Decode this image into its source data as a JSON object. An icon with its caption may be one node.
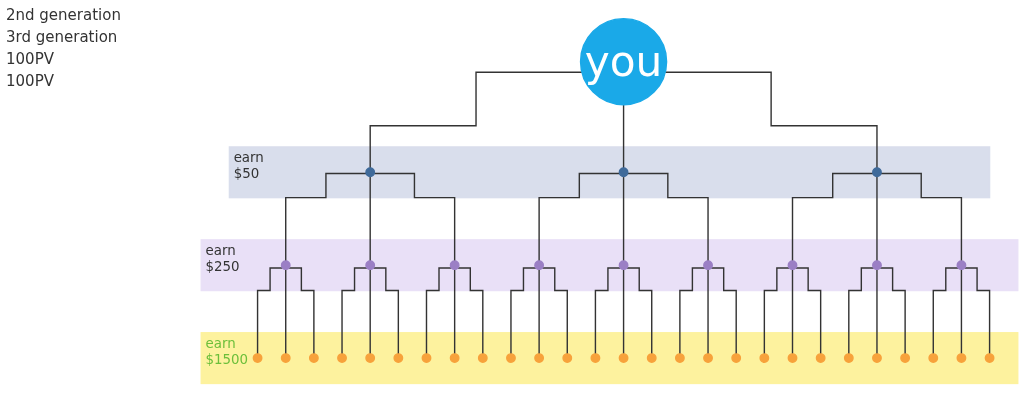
{
  "diagram": {
    "nodes": [
      {
        "text": [
          "you"
        ]
      },
      {
        "text": [
          "earn",
          "$50"
        ]
      },
      {
        "text": [],
        "shape": "circle",
        "in": 1
      },
      {
        "text": [],
        "shape": "circle",
        "in": 1
      },
      {
        "text": [],
        "shape": "circle",
        "in": 1
      },
      {
        "text": [
          "earn",
          "$250"
        ]
      },
      {
        "text": [],
        "shape": "circle",
        "in": 5
      },
      {
        "text": [],
        "shape": "circle",
        "in": 5
      },
      {
        "text": [],
        "shape": "circle",
        "in": 5
      },
      {
        "text": [],
        "shape": "circle",
        "in": 5
      },
      {
        "text": [],
        "shape": "circle",
        "in": 5
      },
      {
        "text": [],
        "shape": "circle",
        "in": 5
      },
      {
        "text": [],
        "shape": "circle",
        "in": 5
      },
      {
        "text": [],
        "shape": "circle",
        "in": 5
      },
      {
        "text": [],
        "shape": "circle",
        "in": 5
      },
      {
        "text": [
          "earn",
          "$1500"
        ]
      },
      {
        "text": [],
        "shape": "circle",
        "in": 15
      },
      {
        "text": [],
        "shape": "circle",
        "in": 15
      },
      {
        "text": [],
        "shape": "circle",
        "in": 15
      },
      {
        "text": [],
        "shape": "circle",
        "in": 15
      },
      {
        "text": [],
        "shape": "circle",
        "in": 15
      },
      {
        "text": [],
        "shape": "circle",
        "in": 15
      },
      {
        "text": [],
        "shape": "circle",
        "in": 15
      },
      {
        "text": [],
        "shape": "circle",
        "in": 15
      },
      {
        "text": [],
        "shape": "circle",
        "in": 15
      },
      {
        "text": [],
        "shape": "circle",
        "in": 15
      },
      {
        "text": [],
        "shape": "circle",
        "in": 15
      },
      {
        "text": [],
        "shape": "circle",
        "in": 15
      },
      {
        "text": [],
        "shape": "circle",
        "in": 15
      },
      {
        "text": [],
        "shape": "circle",
        "in": 15
      },
      {
        "text": [],
        "shape": "circle",
        "in": 15
      },
      {
        "text": [],
        "shape": "circle",
        "in": 15
      },
      {
        "text": [],
        "shape": "circle",
        "in": 15
      },
      {
        "text": [],
        "shape": "circle",
        "in": 15
      },
      {
        "text": [],
        "shape": "circle",
        "in": 15
      },
      {
        "text": [],
        "shape": "circle",
        "in": 15
      },
      {
        "text": [],
        "shape": "circle",
        "in": 15
      },
      {
        "text": [],
        "shape": "circle",
        "in": 15
      },
      {
        "text": [],
        "shape": "circle",
        "in": 15
      },
      {
        "text": [],
        "shape": "circle",
        "in": 15
      },
      {
        "text": [],
        "shape": "circle",
        "in": 15
      },
      {
        "text": [],
        "shape": "circle",
        "in": 15
      },
      {
        "text": [],
        "shape": "circle",
        "in": 15
      }
    ],
    "edges": [
      {
        "from": 0,
        "to": 2,
        "arrow": "none"
      },
      {
        "from": 0,
        "to": 3,
        "arrow": "none"
      },
      {
        "from": 0,
        "to": 4,
        "arrow": "none"
      },
      {
        "from": 2,
        "to": 6,
        "arrow": "none"
      },
      {
        "from": 2,
        "to": 7,
        "arrow": "none"
      },
      {
        "from": 2,
        "to": 8,
        "arrow": "none"
      },
      {
        "from": 3,
        "to": 9,
        "arrow": "none"
      },
      {
        "from": 3,
        "to": 10,
        "arrow": "none"
      },
      {
        "from": 3,
        "to": 11,
        "arrow": "none"
      },
      {
        "from": 4,
        "to": 12,
        "arrow": "none"
      },
      {
        "from": 4,
        "to": 13,
        "arrow": "none"
      },
      {
        "from": 4,
        "to": 14,
        "arrow": "none"
      },
      {
        "from": 6,
        "to": 16,
        "arrow": "none"
      },
      {
        "from": 6,
        "to": 17,
        "arrow": "none"
      },
      {
        "from": 6,
        "to": 18,
        "arrow": "none"
      },
      {
        "from": 7,
        "to": 19,
        "arrow": "none"
      },
      {
        "from": 7,
        "to": 20,
        "arrow": "none"
      },
      {
        "from": 7,
        "to": 21,
        "arrow": "none"
      },
      {
        "from": 8,
        "to": 22,
        "arrow": "none"
      },
      {
        "from": 8,
        "to": 23,
        "arrow": "none"
      },
      {
        "from": 8,
        "to": 24,
        "arrow": "none"
      },
      {
        "from": 9,
        "to": 25,
        "arrow": "none"
      },
      {
        "from": 9,
        "to": 26,
        "arrow": "none"
      },
      {
        "from": 9,
        "to": 27,
        "arrow": "none"
      },
      {
        "from": 10,
        "to": 28,
        "arrow": "none"
      },
      {
        "from": 10,
        "to": 29,
        "arrow": "none"
      },
      {
        "from": 10,
        "to": 30,
        "arrow": "none"
      },
      {
        "from": 11,
        "to": 31,
        "arrow": "none"
      },
      {
        "from": 11,
        "to": 32,
        "arrow": "none"
      },
      {
        "from": 11,
        "to": 33,
        "arrow": "none"
      },
      {
        "from": 12,
        "to": 34,
        "arrow": "none"
      },
      {
        "from": 12,
        "to": 35,
        "arrow": "none"
      },
      {
        "from": 12,
        "to": 36,
        "arrow": "none"
      },
      {
        "from": 13,
        "to": 37,
        "arrow": "none"
      },
      {
        "from": 13,
        "to": 38,
        "arrow": "none"
      },
      {
        "from": 13,
        "to": 39,
        "arrow": "none"
      },
      {
        "from": 14,
        "to": 40,
        "arrow": "none"
      },
      {
        "from": 14,
        "to": 41,
        "arrow": "none"
      },
      {
        "from": 14,
        "to": 42,
        "arrow": "none"
      }
    ],
    "labels": [
      "2nd generation",
      "3rd generation",
      "100PV",
      "100PV"
    ]
  }
}
